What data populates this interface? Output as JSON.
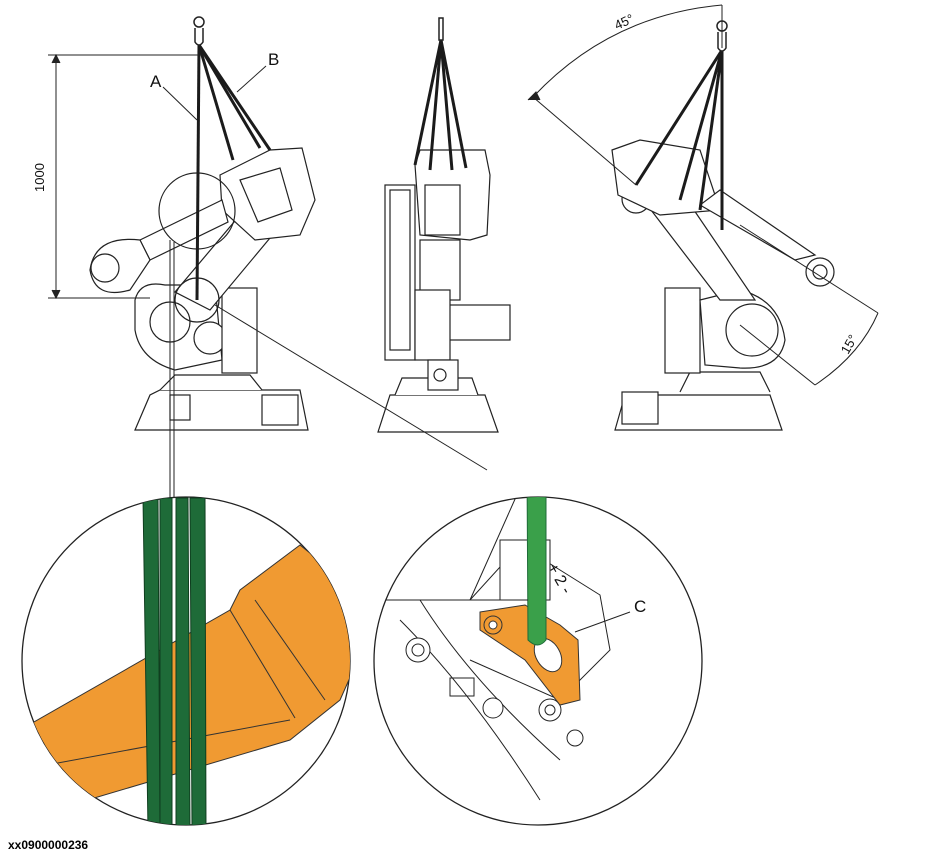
{
  "labels": {
    "dimension_height": "1000",
    "sling_a": "A",
    "sling_b": "B",
    "lifting_eye_c": "C",
    "angle_top": "45°",
    "angle_bottom": "15°",
    "marking_arm": "+ 2 -"
  },
  "document_id": "xx0900000236",
  "colors": {
    "sling_green": "#1e6b38",
    "sling_bright_green": "#3aa04a",
    "part_orange": "#f09a32",
    "line": "#222222"
  }
}
